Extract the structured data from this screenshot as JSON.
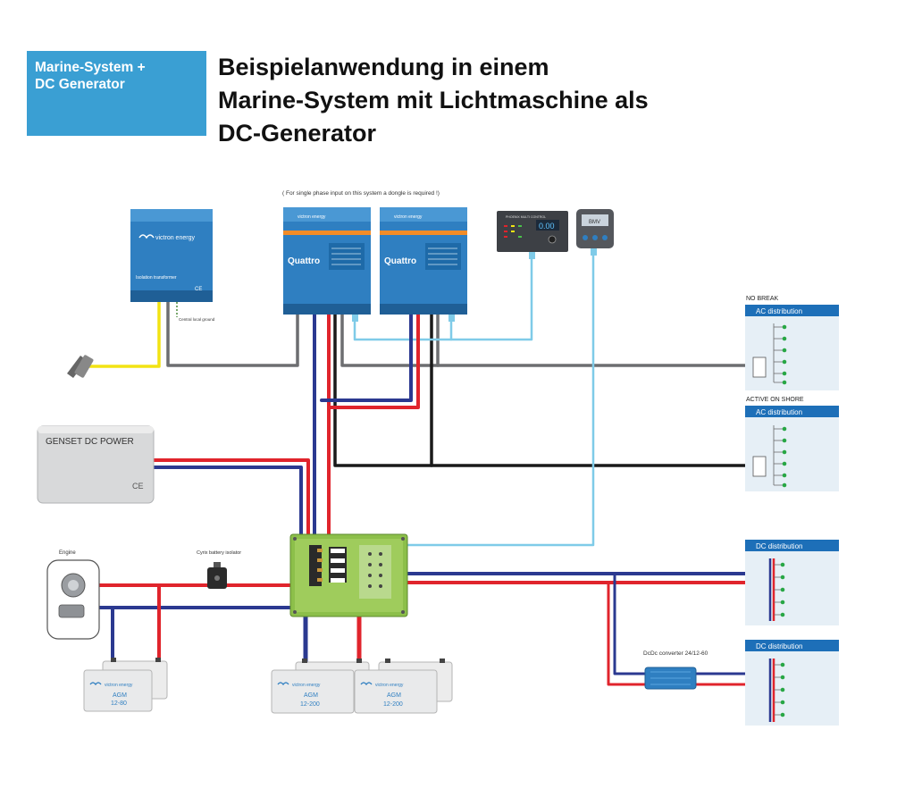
{
  "header": {
    "tag_lines": [
      "Marine-System +",
      "DC Generator"
    ],
    "title_lines": [
      "Beispielanwendung in einem",
      "Marine-System mit Lichtmaschine als",
      "DC-Generator"
    ]
  },
  "diagram": {
    "note": "( For single phase input on this system a dongle is required !)",
    "brand": "victron energy",
    "isolation_transformer": {
      "label": "Isolation transformer",
      "ground_label": "Central local ground"
    },
    "inverters": [
      {
        "label": "Quattro"
      },
      {
        "label": "Quattro"
      }
    ],
    "control_panel": {
      "title": "PHOENIX MULTI CONTROL",
      "display": "0.00"
    },
    "bmv_monitor": {
      "label": "BMV"
    },
    "ac_distribution": [
      {
        "heading": "NO BREAK",
        "title": "AC distribution"
      },
      {
        "heading": "ACTIVE ON SHORE",
        "title": "AC distribution"
      }
    ],
    "genset": {
      "label": "GENSET DC POWER",
      "mark": "CE"
    },
    "engine": {
      "label": "Engine"
    },
    "cyrix": {
      "label": "Cyrix battery isolator"
    },
    "dc_distribution": [
      {
        "title": "DC distribution"
      },
      {
        "title": "DC distribution"
      }
    ],
    "dcdc": {
      "label": "DcDc converter 24/12-60"
    },
    "batteries": [
      {
        "type": "AGM",
        "capacity": "12-80"
      },
      {
        "type": "AGM",
        "capacity": "12-200"
      },
      {
        "type": "AGM",
        "capacity": "12-200"
      }
    ]
  },
  "colors": {
    "accent": "#3a9fd3",
    "device_blue": "#2f7fc1",
    "dc_red": "#e0242c",
    "dc_blue": "#2b3990",
    "ac_grey": "#6d6e71",
    "ac_black": "#1a1a1a",
    "data_cable": "#7fcbe8",
    "ground_yellow": "#f2e313",
    "lynx_green": "#8cbf4a"
  }
}
